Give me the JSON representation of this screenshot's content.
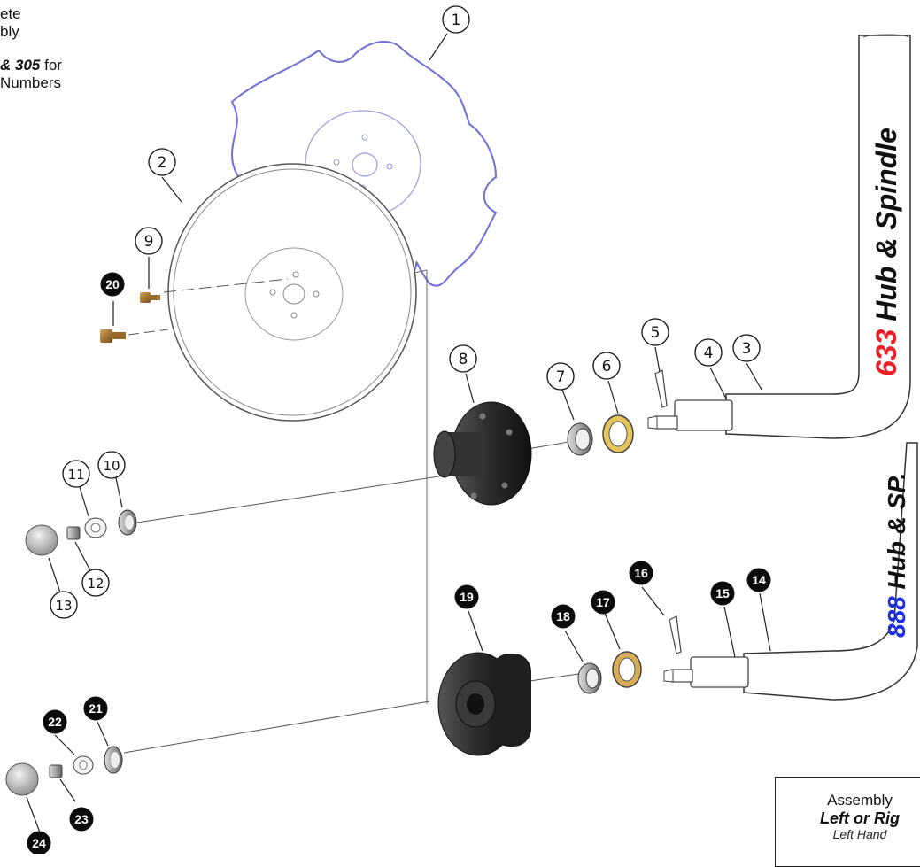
{
  "note": {
    "line1": "ete",
    "line2": "bly",
    "line3_bold": "& 305",
    "line3_rest": " for",
    "line4": "Numbers"
  },
  "labels": {
    "hub633_number": "633",
    "hub633_text": " Hub & Spindle",
    "hub888_number": "888",
    "hub888_text": " Hub & SP."
  },
  "colors": {
    "hub633_number": "#e8202a",
    "hub888_number": "#1c2ee0",
    "blade": "#6a6ad8",
    "bronze": "#b0772e",
    "seal": "#d8b43a"
  },
  "callouts_outline": [
    "1",
    "2",
    "3",
    "4",
    "5",
    "6",
    "7",
    "8",
    "9",
    "10",
    "11",
    "12",
    "13"
  ],
  "callouts_filled": [
    "14",
    "15",
    "16",
    "17",
    "18",
    "19",
    "20",
    "21",
    "22",
    "23",
    "24"
  ],
  "assembly_box": {
    "line1": "Assembly",
    "line2": "Left or Rig",
    "line3": "Left Hand"
  }
}
